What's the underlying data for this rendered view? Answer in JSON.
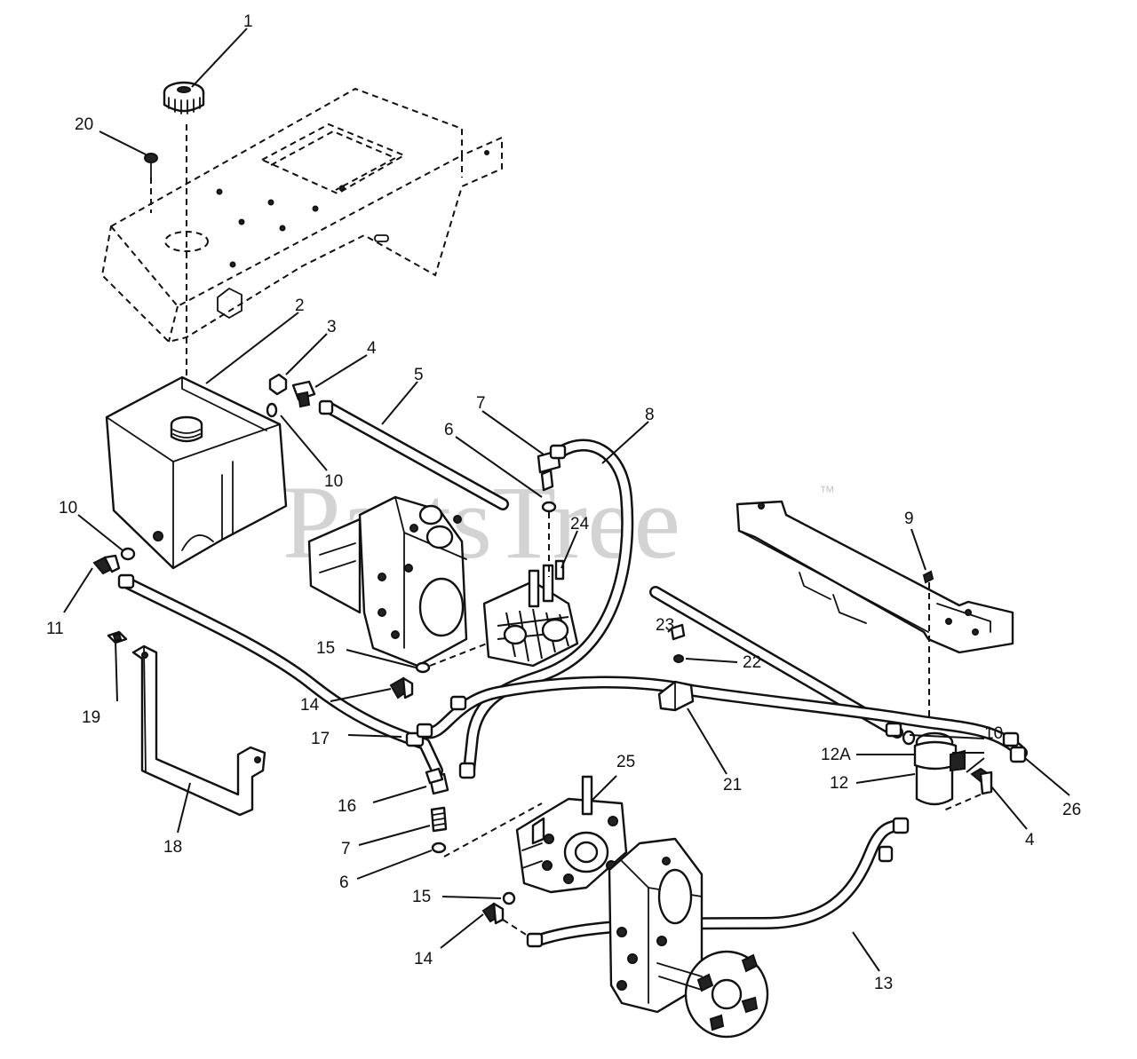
{
  "watermark": {
    "text": "PartsTree",
    "mark": "™"
  },
  "callouts": [
    {
      "id": "c1",
      "label": "1"
    },
    {
      "id": "c20",
      "label": "20"
    },
    {
      "id": "c2",
      "label": "2"
    },
    {
      "id": "c3",
      "label": "3"
    },
    {
      "id": "c4a",
      "label": "4"
    },
    {
      "id": "c5",
      "label": "5"
    },
    {
      "id": "c7a",
      "label": "7"
    },
    {
      "id": "c6a",
      "label": "6"
    },
    {
      "id": "c8",
      "label": "8"
    },
    {
      "id": "c10a",
      "label": "10"
    },
    {
      "id": "c10b",
      "label": "10"
    },
    {
      "id": "c24",
      "label": "24"
    },
    {
      "id": "c9",
      "label": "9"
    },
    {
      "id": "c11",
      "label": "11"
    },
    {
      "id": "c23",
      "label": "23"
    },
    {
      "id": "c15a",
      "label": "15"
    },
    {
      "id": "c22",
      "label": "22"
    },
    {
      "id": "c10c",
      "label": "10"
    },
    {
      "id": "c14a",
      "label": "14"
    },
    {
      "id": "c19",
      "label": "19"
    },
    {
      "id": "c17",
      "label": "17"
    },
    {
      "id": "c12A",
      "label": "12A"
    },
    {
      "id": "c25",
      "label": "25"
    },
    {
      "id": "c21",
      "label": "21"
    },
    {
      "id": "c12",
      "label": "12"
    },
    {
      "id": "c26",
      "label": "26"
    },
    {
      "id": "c16",
      "label": "16"
    },
    {
      "id": "c4b",
      "label": "4"
    },
    {
      "id": "c7b",
      "label": "7"
    },
    {
      "id": "c18",
      "label": "18"
    },
    {
      "id": "c6b",
      "label": "6"
    },
    {
      "id": "c15b",
      "label": "15"
    },
    {
      "id": "c14b",
      "label": "14"
    },
    {
      "id": "c13",
      "label": "13"
    }
  ]
}
